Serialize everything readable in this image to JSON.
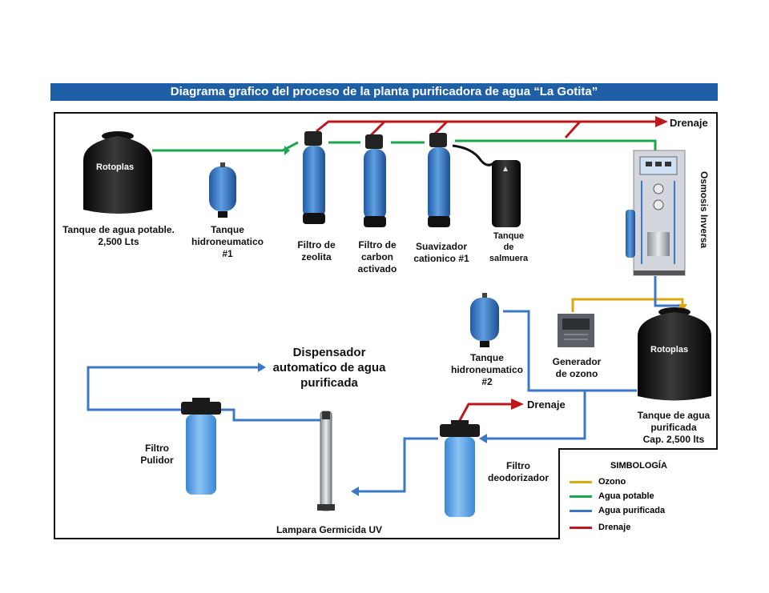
{
  "title": "Diagrama grafico del proceso de la planta purificadora de agua “La Gotita”",
  "brand": "Rotoplas",
  "colors": {
    "title_bar": "#1f5fa8",
    "ozono": "#d9a90d",
    "agua_potable": "#1aa84a",
    "agua_purificada": "#3d78c4",
    "drenaje": "#c0171d"
  },
  "labels": {
    "tanque_potable": [
      "Tanque de agua potable.",
      "2,500 Lts"
    ],
    "hidro1": [
      "Tanque",
      "hidroneumatico",
      "#1"
    ],
    "zeolita": [
      "Filtro de",
      "zeolita"
    ],
    "carbon": [
      "Filtro de",
      "carbon",
      "activado"
    ],
    "suavizador": [
      "Suavizador",
      "cationico #1"
    ],
    "salmuera": [
      "Tanque",
      "de",
      "salmuera"
    ],
    "osmosis": "Osmosis Inversa",
    "drenaje_top": "Drenaje",
    "drenaje_bottom": "Drenaje",
    "hidro2": [
      "Tanque",
      "hidroneumatico",
      "#2"
    ],
    "ozono_gen": [
      "Generador",
      "de ozono"
    ],
    "tanque_purificada": [
      "Tanque de agua",
      "purificada",
      "Cap. 2,500 lts"
    ],
    "dispensador": [
      "Dispensador",
      "automatico de agua",
      "purificada"
    ],
    "pulidor": [
      "Filtro",
      "Pulidor"
    ],
    "deodorizador": [
      "Filtro",
      "deodorizador"
    ],
    "lampara": "Lampara Germicida UV"
  },
  "legend": {
    "title": "SIMBOLOGÍA",
    "items": [
      {
        "label": "Ozono",
        "color": "#d9a90d"
      },
      {
        "label": "Agua potable",
        "color": "#1aa84a"
      },
      {
        "label": "Agua purificada",
        "color": "#3d78c4"
      },
      {
        "label": "Drenaje",
        "color": "#c0171d"
      }
    ]
  }
}
